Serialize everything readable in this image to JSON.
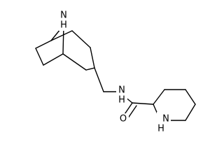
{
  "molecule": {
    "atoms": {
      "bridge_nh": "N\nH",
      "amide_nh": "N\nH",
      "oxygen": "O",
      "piperidine_nh": "N\nH"
    }
  },
  "colors": {
    "bond": "#000000",
    "background": "#ffffff"
  }
}
